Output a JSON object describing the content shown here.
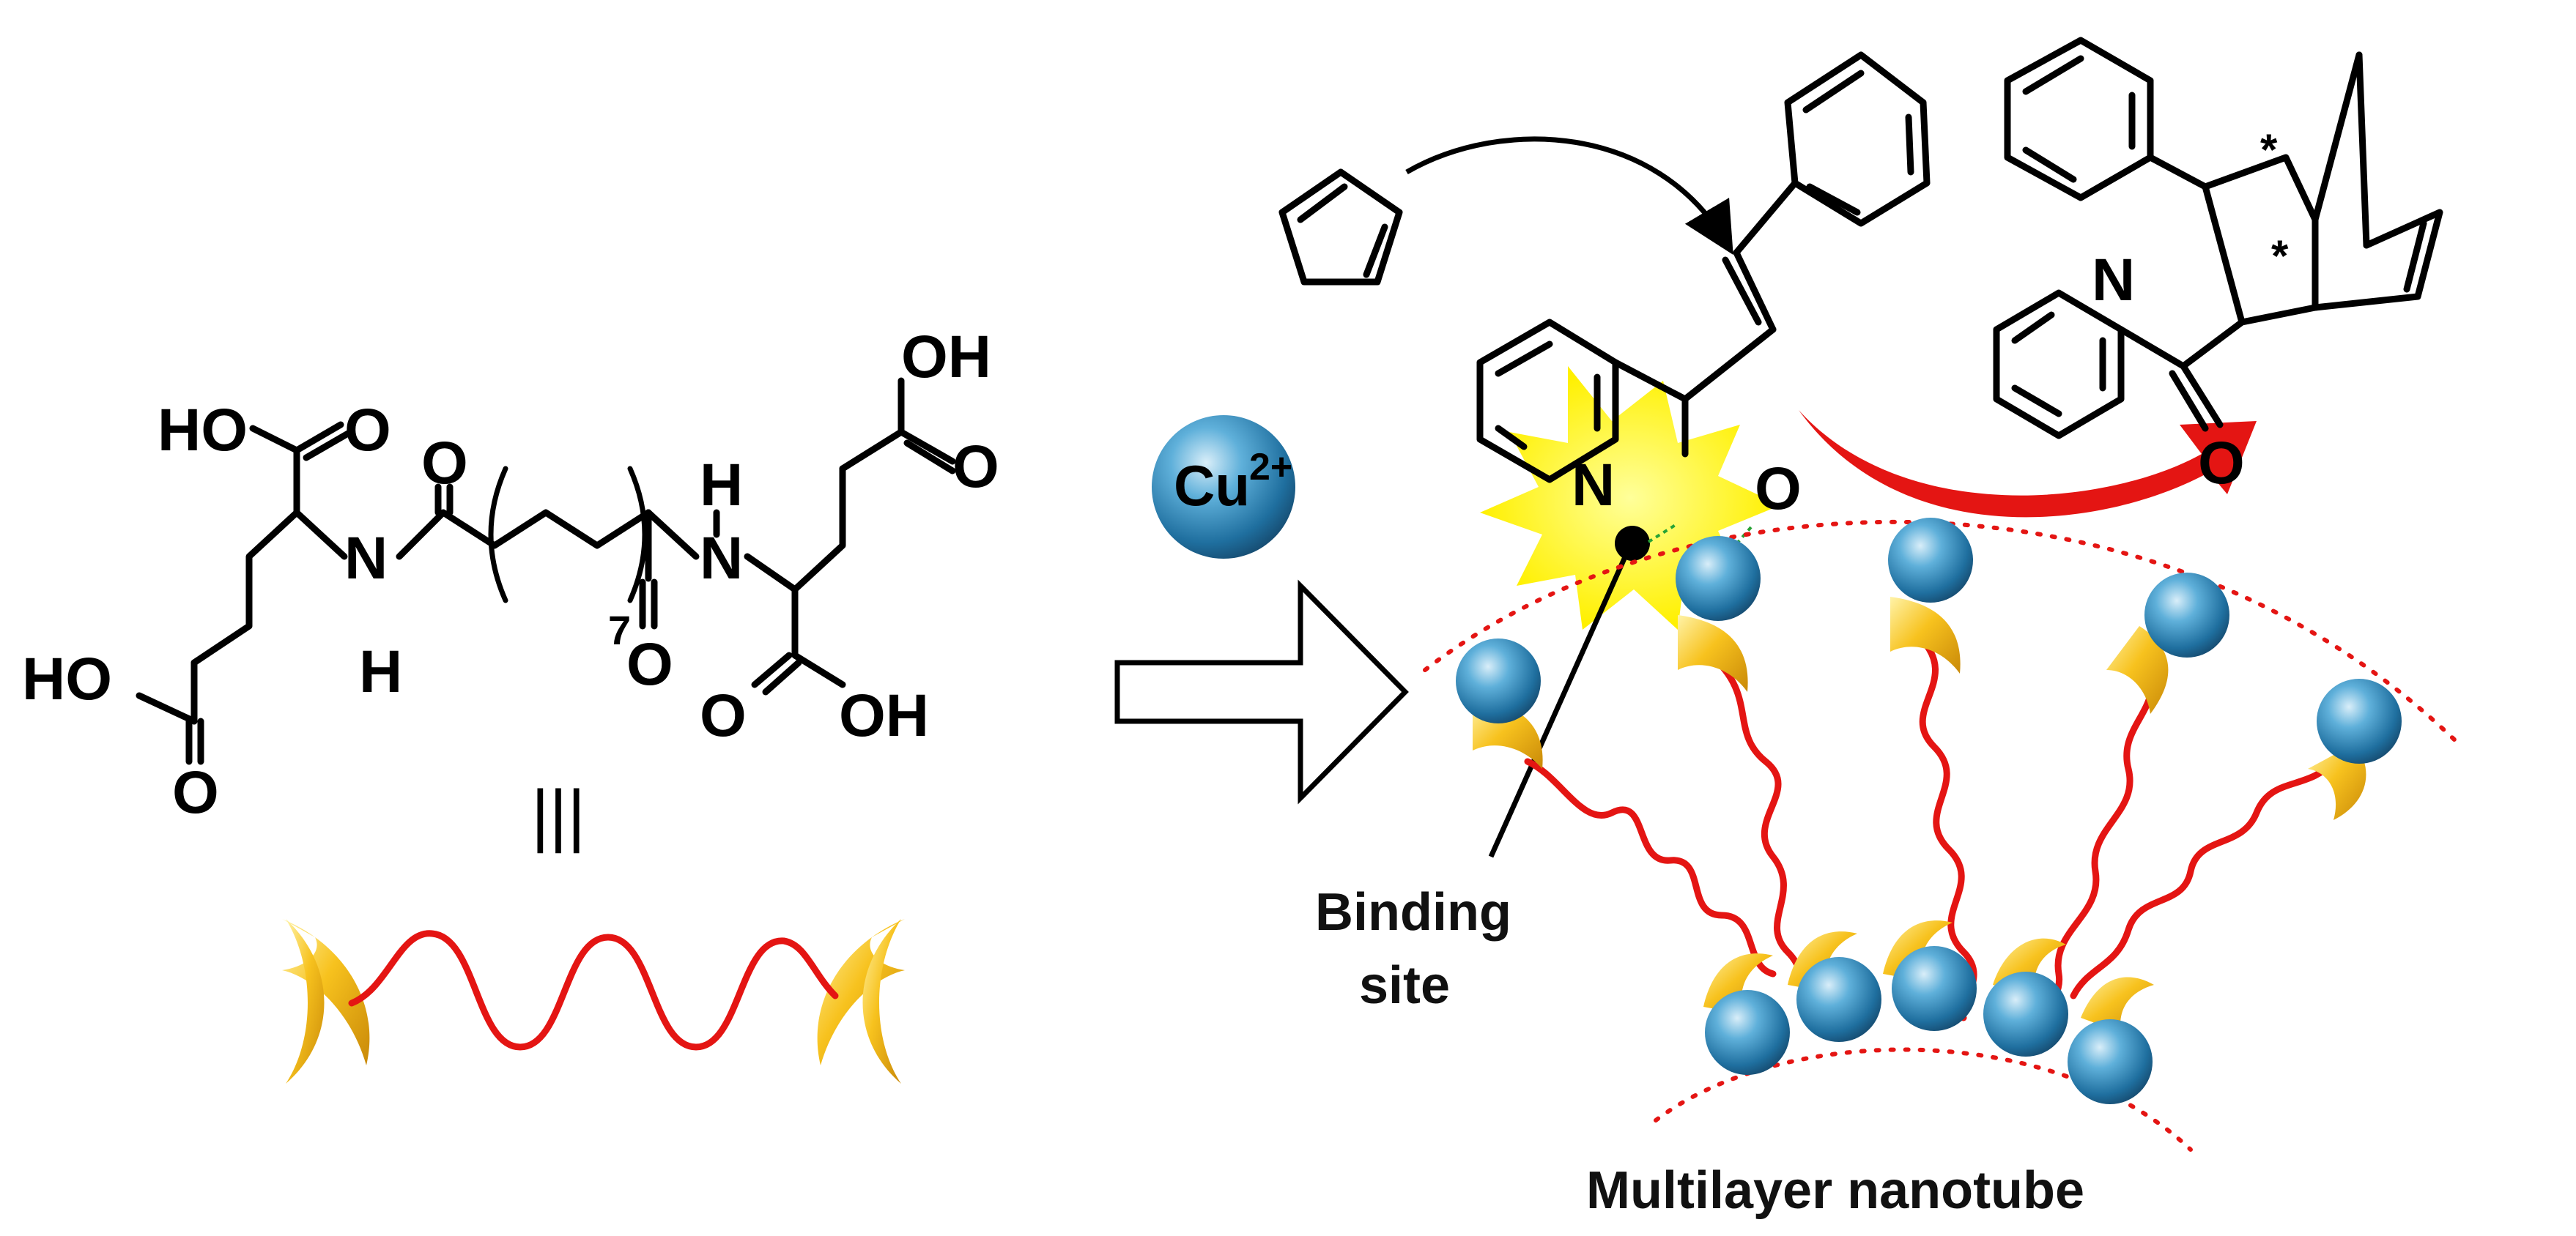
{
  "molecule": {
    "atoms": {
      "ho_top": "HO",
      "o_top": "O",
      "o_amide_left": "O",
      "h_top_right": "H",
      "oh_top_right": "OH",
      "o_right_acid": "O",
      "n_left": "N",
      "h_left": "H",
      "n_right": "N",
      "ho_left": "HO",
      "o_bottom_left": "O",
      "o_amide_right": "O",
      "o_bottom_right": "O",
      "oh_bottom_right": "OH",
      "subscript_7": "7"
    },
    "equivalence_symbol": "|||"
  },
  "reaction": {
    "cu_label": "Cu",
    "cu_charge": "2+",
    "pyridine_n": "N",
    "carbonyl_o": "O",
    "product_n": "N",
    "product_o": "O",
    "stereo_mark_1": "*",
    "stereo_mark_2": "*"
  },
  "labels": {
    "binding_site_line1": "Binding",
    "binding_site_line2": "site",
    "nanotube": "Multilayer nanotube"
  },
  "colors": {
    "wave": "#e41513",
    "sphere": "#2e7fb0",
    "crescent": "#f6b718",
    "starburst": "#fff200",
    "arrow_red": "#e41513"
  }
}
